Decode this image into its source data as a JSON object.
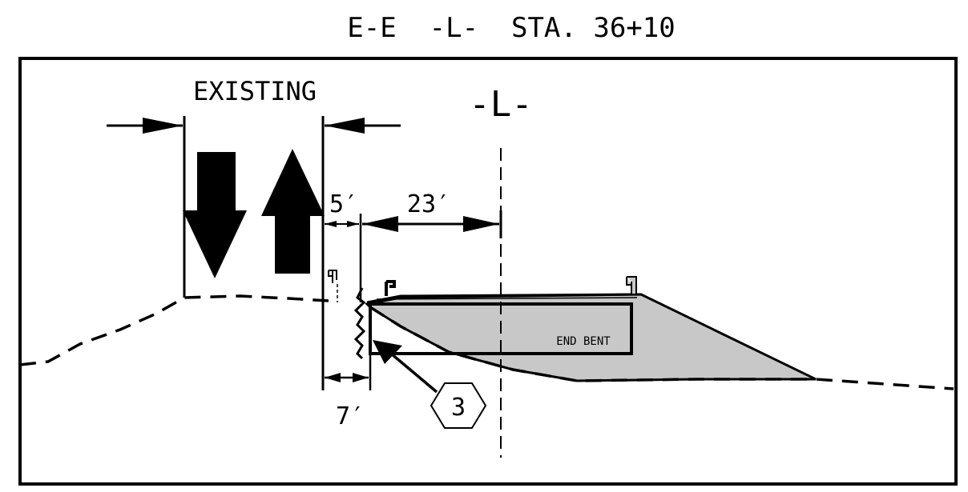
{
  "title": "E-E  -L-  STA. 36+10",
  "labels": {
    "existing": "EXISTING",
    "centerline": "-L-",
    "dim_5": "5′",
    "dim_23": "23′",
    "dim_7": "7′",
    "end_bent": "END BENT",
    "callout_number": "3"
  },
  "colors": {
    "line": "#000000",
    "fill_section": "#c8c8c8",
    "background": "#ffffff"
  }
}
